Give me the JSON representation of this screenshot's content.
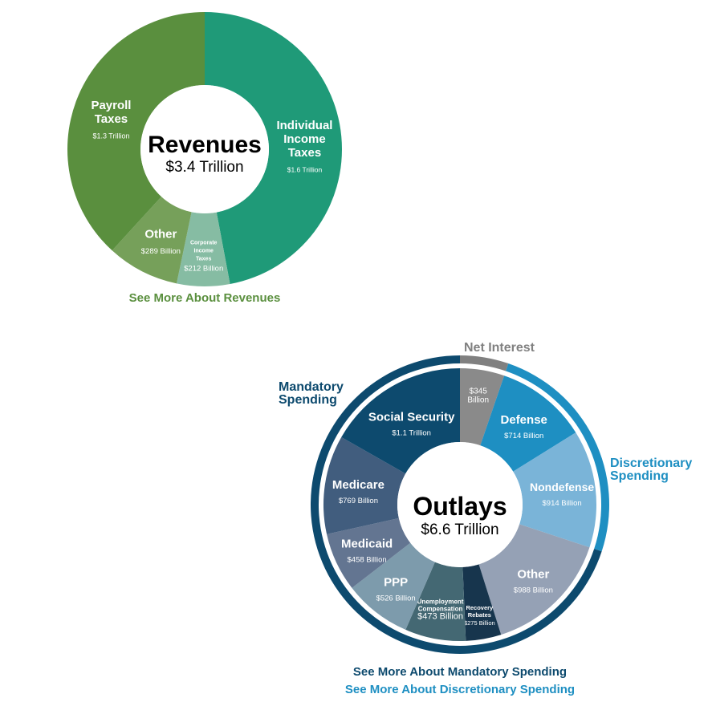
{
  "revenues": {
    "center_title": "Revenues",
    "center_total": "$3.4 Trillion",
    "link": "See More About Revenues",
    "link_color": "#5a8f3e",
    "slices": [
      {
        "key": "individual",
        "value": 1.6,
        "color": "#1f9a78",
        "label_lines": [
          "Individual",
          "Income",
          "Taxes"
        ],
        "amount": "$1.6 Trillion",
        "text_color": "#ffffff"
      },
      {
        "key": "corporate",
        "value": 0.212,
        "color": "#86bca3",
        "label_lines": [
          "Corporate",
          "Income",
          "Taxes"
        ],
        "amount": "$212 Billion",
        "text_color": "#ffffff"
      },
      {
        "key": "other",
        "value": 0.289,
        "color": "#76a05a",
        "label_lines": [
          "Other"
        ],
        "amount": "$289 Billion",
        "text_color": "#ffffff"
      },
      {
        "key": "payroll",
        "value": 1.3,
        "color": "#5a8f3e",
        "label_lines": [
          "Payroll",
          "Taxes"
        ],
        "amount": "$1.3 Trillion",
        "text_color": "#ffffff"
      }
    ]
  },
  "outlays": {
    "center_title": "Outlays",
    "center_total": "$6.6 Trillion",
    "link_mandatory": "See More About Mandatory Spending",
    "link_discretionary": "See More About Discretionary Spending",
    "mandatory_color": "#0d4a6e",
    "discretionary_color": "#1e8fc2",
    "net_interest_color": "#808080",
    "group_labels": {
      "net_interest": "Net Interest",
      "mandatory": [
        "Mandatory",
        "Spending"
      ],
      "discretionary": [
        "Discretionary",
        "Spending"
      ]
    },
    "slices": [
      {
        "key": "net-interest",
        "value": 345,
        "color": "#8a8a8a",
        "label_lines": [],
        "amount_lines": [
          "$345",
          "Billion"
        ],
        "group": "net_interest"
      },
      {
        "key": "defense",
        "value": 714,
        "color": "#1e8fc2",
        "label_lines": [
          "Defense"
        ],
        "amount_lines": [
          "$714 Billion"
        ],
        "group": "discretionary"
      },
      {
        "key": "nondefense",
        "value": 914,
        "color": "#7ab4d8",
        "label_lines": [
          "Nondefense"
        ],
        "amount_lines": [
          "$914 Billion"
        ],
        "group": "discretionary"
      },
      {
        "key": "other",
        "value": 988,
        "color": "#95a1b5",
        "label_lines": [
          "Other"
        ],
        "amount_lines": [
          "$988 Billion"
        ],
        "group": "mandatory"
      },
      {
        "key": "recovery-rebates",
        "value": 275,
        "color": "#17354d",
        "label_lines": [
          "Recovery",
          "Rebates"
        ],
        "amount_lines": [
          "$275 Billion"
        ],
        "group": "mandatory"
      },
      {
        "key": "unemployment",
        "value": 473,
        "color": "#446873",
        "label_lines": [
          "Unemployment",
          "Compensation"
        ],
        "amount_lines": [
          "$473 Billion"
        ],
        "group": "mandatory"
      },
      {
        "key": "ppp",
        "value": 526,
        "color": "#7d9bac",
        "label_lines": [
          "PPP"
        ],
        "amount_lines": [
          "$526 Billion"
        ],
        "group": "mandatory"
      },
      {
        "key": "medicaid",
        "value": 458,
        "color": "#637591",
        "label_lines": [
          "Medicaid"
        ],
        "amount_lines": [
          "$458 Billion"
        ],
        "group": "mandatory"
      },
      {
        "key": "medicare",
        "value": 769,
        "color": "#415d7e",
        "label_lines": [
          "Medicare"
        ],
        "amount_lines": [
          "$769 Billion"
        ],
        "group": "mandatory"
      },
      {
        "key": "social-security",
        "value": 1100,
        "color": "#0d4a6e",
        "label_lines": [
          "Social Security"
        ],
        "amount_lines": [
          "$1.1 Trillion"
        ],
        "group": "mandatory"
      }
    ]
  },
  "chart_data": [
    {
      "type": "pie",
      "title": "Revenues",
      "subtitle": "$3.4 Trillion",
      "categories": [
        "Individual Income Taxes",
        "Corporate Income Taxes",
        "Other",
        "Payroll Taxes"
      ],
      "values": [
        1600,
        212,
        289,
        1300
      ],
      "units": "Billion"
    },
    {
      "type": "pie",
      "title": "Outlays",
      "subtitle": "$6.6 Trillion",
      "categories": [
        "Net Interest",
        "Defense",
        "Nondefense",
        "Other",
        "Recovery Rebates",
        "Unemployment Compensation",
        "PPP",
        "Medicaid",
        "Medicare",
        "Social Security"
      ],
      "values": [
        345,
        714,
        914,
        988,
        275,
        473,
        526,
        458,
        769,
        1100
      ],
      "units": "Billion"
    }
  ]
}
